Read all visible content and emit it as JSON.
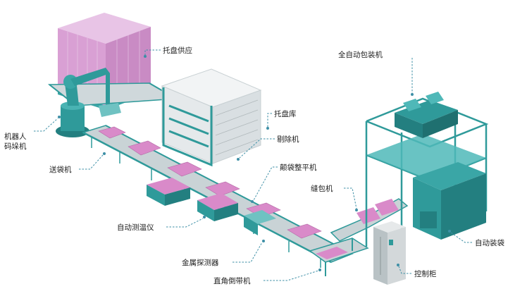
{
  "labels": {
    "pallet_supply": "托盘供应",
    "pallet_store": "托盘库",
    "reject_machine": "剔除机",
    "robot_line1": "机器人",
    "robot_line2": "码垛机",
    "bag_feeder": "送袋机",
    "bag_flattener": "颠袋整平机",
    "auto_thermometer": "自动测温仪",
    "metal_detector": "金属探测器",
    "right_angle_belt": "直角倒带机",
    "auto_packer": "全自动包装机",
    "sewing_machine": "缝包机",
    "auto_bagger": "自动装袋",
    "control_cabinet": "控制柜"
  },
  "colors": {
    "machine_teal": "#2f9a9a",
    "conveyor_gray": "#c9d3d6",
    "bag_pink": "#d98ac9",
    "stack_pink": "#d9a2d6",
    "leader_blue": "#3d8fa6"
  }
}
